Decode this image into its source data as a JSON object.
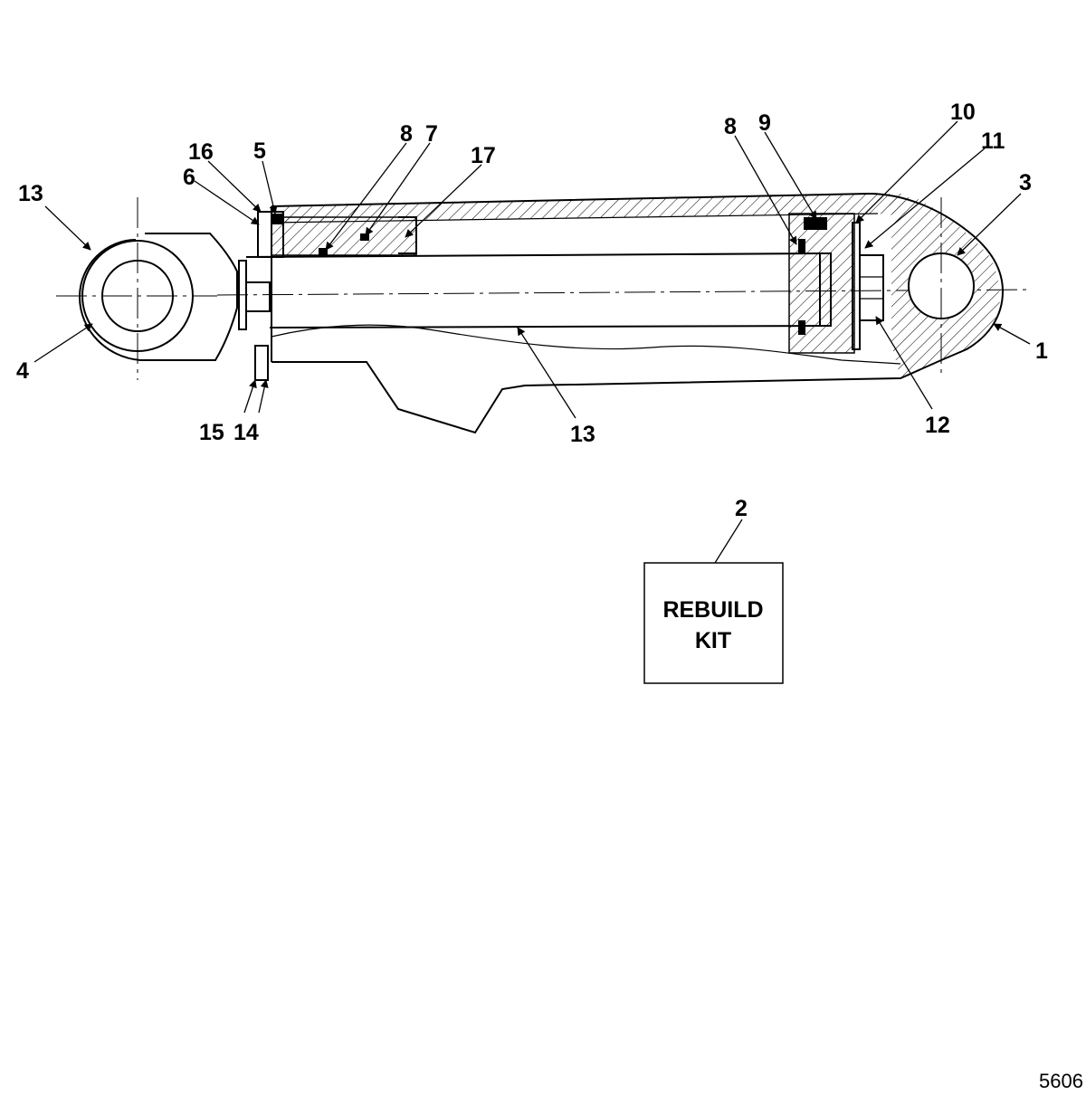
{
  "diagram": {
    "callouts": [
      {
        "id": "c13a",
        "text": "13"
      },
      {
        "id": "c16",
        "text": "16"
      },
      {
        "id": "c5",
        "text": "5"
      },
      {
        "id": "c6",
        "text": "6"
      },
      {
        "id": "c8a",
        "text": "8"
      },
      {
        "id": "c7",
        "text": "7"
      },
      {
        "id": "c17",
        "text": "17"
      },
      {
        "id": "c8b",
        "text": "8"
      },
      {
        "id": "c9",
        "text": "9"
      },
      {
        "id": "c10",
        "text": "10"
      },
      {
        "id": "c11",
        "text": "11"
      },
      {
        "id": "c3",
        "text": "3"
      },
      {
        "id": "c1",
        "text": "1"
      },
      {
        "id": "c4",
        "text": "4"
      },
      {
        "id": "c15",
        "text": "15"
      },
      {
        "id": "c14",
        "text": "14"
      },
      {
        "id": "c13b",
        "text": "13"
      },
      {
        "id": "c12",
        "text": "12"
      },
      {
        "id": "c2",
        "text": "2"
      }
    ],
    "kit_box": {
      "line1": "REBUILD",
      "line2": "KIT"
    },
    "figure_number": "5606"
  }
}
